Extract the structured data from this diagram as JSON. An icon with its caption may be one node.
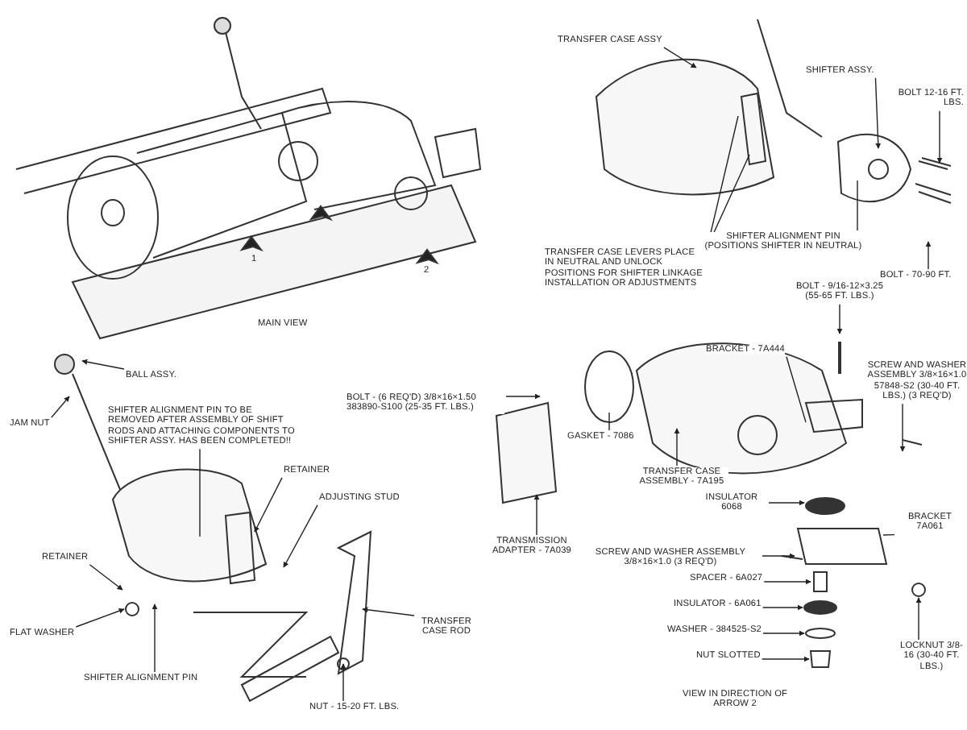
{
  "diagram": {
    "nodes": [
      {
        "text": [
          "TRANSFER CASE ASSY"
        ]
      },
      {
        "text": [
          "SHIFTER ASSY."
        ]
      },
      {
        "text": [
          "BOLT 12-16 FT. LBS."
        ]
      },
      {
        "text": [
          "SHIFTER ALIGNMENT PIN (POSITIONS SHIFTER IN NEUTRAL)"
        ]
      },
      {
        "text": [
          "BOLT - 70-90 FT."
        ]
      },
      {
        "text": [
          "TRANSFER CASE LEVERS PLACE IN NEUTRAL AND UNLOCK POSITIONS FOR SHIFTER LINKAGE INSTALLATION OR ADJUSTMENTS"
        ]
      },
      {
        "text": [
          "BALL ASSY."
        ]
      },
      {
        "text": [
          "JAM NUT"
        ]
      },
      {
        "text": [
          "SHIFTER ALIGNMENT PIN TO BE REMOVED AFTER ASSEMBLY OF SHIFT RODS AND ATTACHING COMPONENTS TO SHIFTER ASSY. HAS BEEN COMPLETED!!"
        ]
      },
      {
        "text": [
          "RETAINER"
        ]
      },
      {
        "text": [
          "ADJUSTING STUD"
        ]
      },
      {
        "text": [
          "RETAINER"
        ]
      },
      {
        "text": [
          "FLAT WASHER"
        ]
      },
      {
        "text": [
          "SHIFTER ALIGNMENT PIN"
        ]
      },
      {
        "text": [
          "TRANSFER CASE ROD"
        ]
      },
      {
        "text": [
          "NUT - 15-20 FT. LBS."
        ]
      },
      {
        "text": [
          "BOLT - (6 REQ'D) 3/8×16×1.50 383890-S100 (25-35 FT. LBS.)"
        ]
      },
      {
        "text": [
          "BOLT - 9/16-12×3.25 (55-65 FT. LBS.)"
        ]
      },
      {
        "text": [
          "BRACKET - 7A444"
        ]
      },
      {
        "text": [
          "SCREW AND WASHER ASSEMBLY 3/8×16×1.0 57848-S2 (30-40 FT. LBS.) (3 REQ'D)"
        ]
      },
      {
        "text": [
          "GASKET - 7086"
        ]
      },
      {
        "text": [
          "TRANSFER CASE ASSEMBLY - 7A195"
        ]
      },
      {
        "text": [
          "INSULATOR 6068"
        ]
      },
      {
        "text": [
          "BRACKET 7A061"
        ]
      },
      {
        "text": [
          "TRANSMISSION ADAPTER - 7A039"
        ]
      },
      {
        "text": [
          "SCREW AND WASHER ASSEMBLY 3/8×16×1.0 (3 REQ'D)"
        ]
      },
      {
        "text": [
          "SPACER - 6A027"
        ]
      },
      {
        "text": [
          "INSULATOR - 6A061"
        ]
      },
      {
        "text": [
          "WASHER - 384525-S2"
        ]
      },
      {
        "text": [
          "NUT SLOTTED"
        ]
      },
      {
        "text": [
          "LOCKNUT 3/8-16 (30-40 FT. LBS.)"
        ]
      }
    ],
    "edges": [
      {
        "from": 0,
        "to": null,
        "arrow": "to"
      },
      {
        "from": 1,
        "to": null,
        "arrow": "to"
      },
      {
        "from": 2,
        "to": null,
        "arrow": "to"
      },
      {
        "from": 3,
        "to": null,
        "arrow": "none"
      },
      {
        "from": 4,
        "to": null,
        "arrow": "to"
      },
      {
        "from": 5,
        "to": null,
        "arrow": "none"
      },
      {
        "from": 5,
        "to": null,
        "arrow": "none"
      },
      {
        "from": 6,
        "to": null,
        "arrow": "to"
      },
      {
        "from": 7,
        "to": null,
        "arrow": "to"
      },
      {
        "from": 8,
        "to": null,
        "arrow": "none"
      },
      {
        "from": 9,
        "to": null,
        "arrow": "to"
      },
      {
        "from": 10,
        "to": null,
        "arrow": "to"
      },
      {
        "from": 11,
        "to": null,
        "arrow": "to"
      },
      {
        "from": 12,
        "to": null,
        "arrow": "to"
      },
      {
        "from": 13,
        "to": null,
        "arrow": "to"
      },
      {
        "from": 14,
        "to": null,
        "arrow": "to"
      },
      {
        "from": 15,
        "to": null,
        "arrow": "to"
      },
      {
        "from": 16,
        "to": null,
        "arrow": "to"
      },
      {
        "from": 17,
        "to": null,
        "arrow": "to"
      },
      {
        "from": 18,
        "to": null,
        "arrow": "none"
      },
      {
        "from": 19,
        "to": null,
        "arrow": "to"
      },
      {
        "from": 20,
        "to": null,
        "arrow": "none"
      },
      {
        "from": 21,
        "to": null,
        "arrow": "to"
      },
      {
        "from": 22,
        "to": null,
        "arrow": "to"
      },
      {
        "from": 23,
        "to": null,
        "arrow": "none"
      },
      {
        "from": 24,
        "to": null,
        "arrow": "to"
      },
      {
        "from": 25,
        "to": null,
        "arrow": "to"
      },
      {
        "from": 26,
        "to": null,
        "arrow": "to"
      },
      {
        "from": 27,
        "to": null,
        "arrow": "to"
      },
      {
        "from": 28,
        "to": null,
        "arrow": "to"
      },
      {
        "from": 29,
        "to": null,
        "arrow": "to"
      },
      {
        "from": 30,
        "to": null,
        "arrow": "to"
      }
    ],
    "labels": [
      "1",
      "2",
      "MAIN VIEW",
      "VIEW IN DIRECTION OF ARROW 2"
    ]
  }
}
